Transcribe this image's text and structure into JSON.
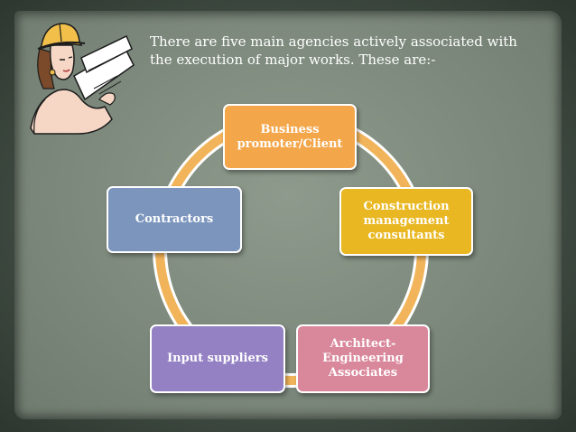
{
  "intro_text": "There are five main agencies actively associated with the execution of major works. These are:-",
  "figure": {
    "icon": "engineer-with-blueprints-icon"
  },
  "diagram": {
    "ring_color": "#f2b45a",
    "nodes": [
      {
        "label": "Business promoter/Client",
        "color": "#f4a64a"
      },
      {
        "label": "Construction management consultants",
        "color": "#e8b722"
      },
      {
        "label": "Architect-\nEngineering\nAssociates",
        "color": "#d9879b"
      },
      {
        "label": "Input suppliers",
        "color": "#9481c4"
      },
      {
        "label": "Contractors",
        "color": "#7b95bd"
      }
    ]
  }
}
